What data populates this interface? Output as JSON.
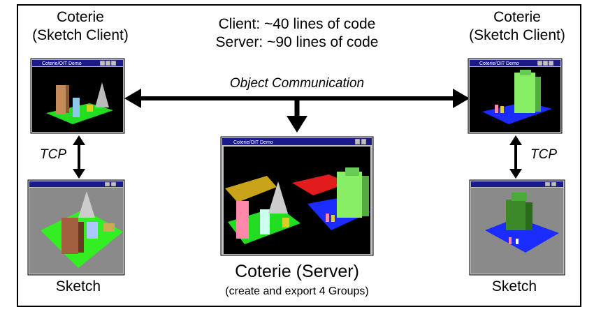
{
  "top_left": {
    "line1": "Coterie",
    "line2": "(Sketch Client)"
  },
  "top_right": {
    "line1": "Coterie",
    "line2": "(Sketch Client)"
  },
  "code_stats": {
    "client": "Client: ~40 lines of code",
    "server": "Server: ~90 lines of code"
  },
  "object_communication": "Object Communication",
  "tcp_left": "TCP",
  "tcp_right": "TCP",
  "sketch_left": "Sketch",
  "sketch_right": "Sketch",
  "server": {
    "title": "Coterie (Server)",
    "subtitle": "(create and export 4 Groups)"
  },
  "window_titles": {
    "client": "Coterie/OIT Demo",
    "server": "Coterie/OIT Demo"
  },
  "colors": {
    "green_base": "#22dd22",
    "blue_base": "#1a2cff",
    "red_base": "#e21c1c",
    "yellow_base": "#c9a41a",
    "window_bar": "#1a1a8a",
    "window_bg": "#000000",
    "sketch_bg": "#8a8a8a"
  }
}
